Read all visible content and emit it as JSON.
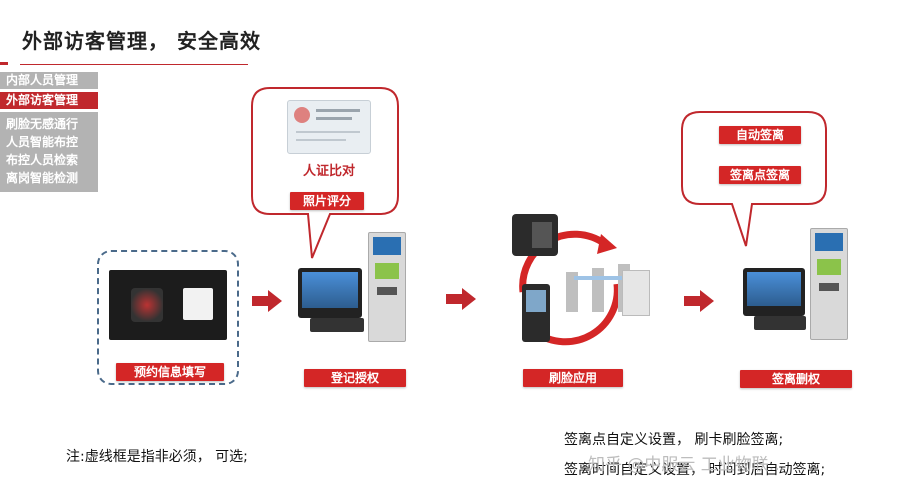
{
  "title": "外部访客管理， 安全高效",
  "sidebar": {
    "items": [
      {
        "label": "内部人员管理",
        "active": false
      },
      {
        "label": "外部访客管理",
        "active": true
      },
      {
        "label": "刷脸无感通行",
        "active": false
      },
      {
        "label": "人员智能布控",
        "active": false
      },
      {
        "label": "布控人员检索",
        "active": false
      },
      {
        "label": "离岗智能检测",
        "active": false
      }
    ]
  },
  "bubble_left": {
    "caption": "人证比对",
    "tag": "照片评分"
  },
  "bubble_right": {
    "tags": [
      "自动签离",
      "签离点签离"
    ]
  },
  "steps": [
    {
      "label": "预约信息填写"
    },
    {
      "label": "登记授权"
    },
    {
      "label": "刷脸应用"
    },
    {
      "label": "签离删权"
    }
  ],
  "notes": {
    "left": "注:虚线框是指非必须， 可选;",
    "right_1": "签离点自定义设置， 刷卡刷脸签离;",
    "right_2": "签离时间自定义设置， 时间到后自动签离;"
  },
  "watermark": "知乎 @中服云 工业物联...",
  "colors": {
    "accent": "#c0282d",
    "tag": "#d42626",
    "sidebar": "#b3b3b3"
  }
}
